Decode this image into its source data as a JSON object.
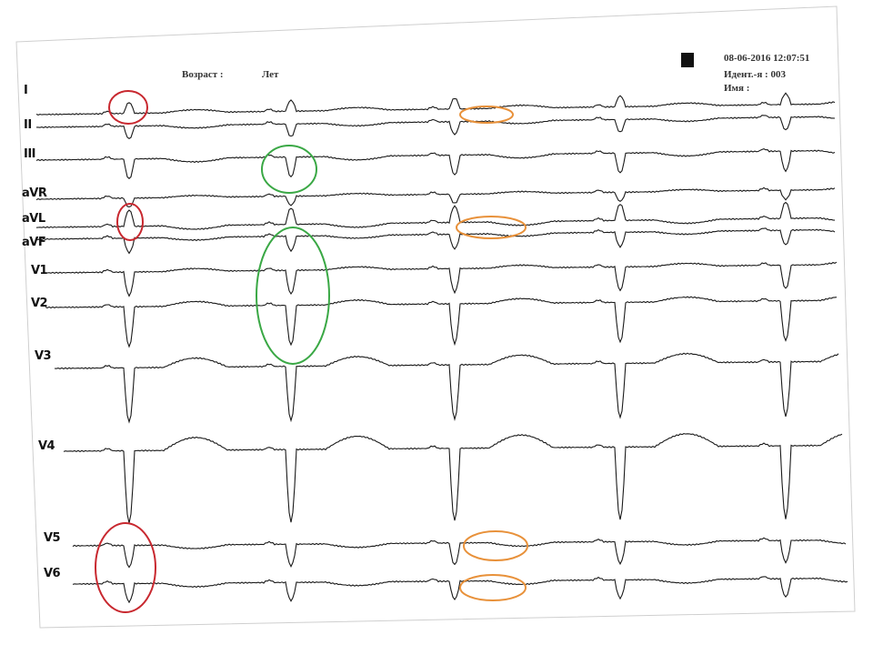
{
  "header": {
    "age_label": "Возраст :",
    "age_unit": "Лет",
    "date_time": "08-06-2016   12:07:51",
    "id_label": "Идент.-я  :  003",
    "name_label": "Имя :"
  },
  "leads": [
    "I",
    "II",
    "III",
    "aVR",
    "aVL",
    "aVF",
    "V1",
    "V2",
    "V3",
    "V4",
    "V5",
    "V6"
  ],
  "annotations": [
    {
      "name": "lead-i-p-wave",
      "color": "red"
    },
    {
      "name": "lead-avl-p-wave",
      "color": "red"
    },
    {
      "name": "lead-v5-v6-complex",
      "color": "red"
    },
    {
      "name": "lead-iii-qrs",
      "color": "green"
    },
    {
      "name": "leads-avf-v2-qrs",
      "color": "green"
    },
    {
      "name": "lead-ii-st-t",
      "color": "orange"
    },
    {
      "name": "lead-avl-st-t",
      "color": "orange"
    },
    {
      "name": "lead-v5-st-t",
      "color": "orange"
    },
    {
      "name": "lead-v6-st-t",
      "color": "orange"
    }
  ],
  "colors": {
    "red": "#c8282f",
    "green": "#3aa845",
    "orange": "#e8913a",
    "trace": "#1a1a1a"
  }
}
